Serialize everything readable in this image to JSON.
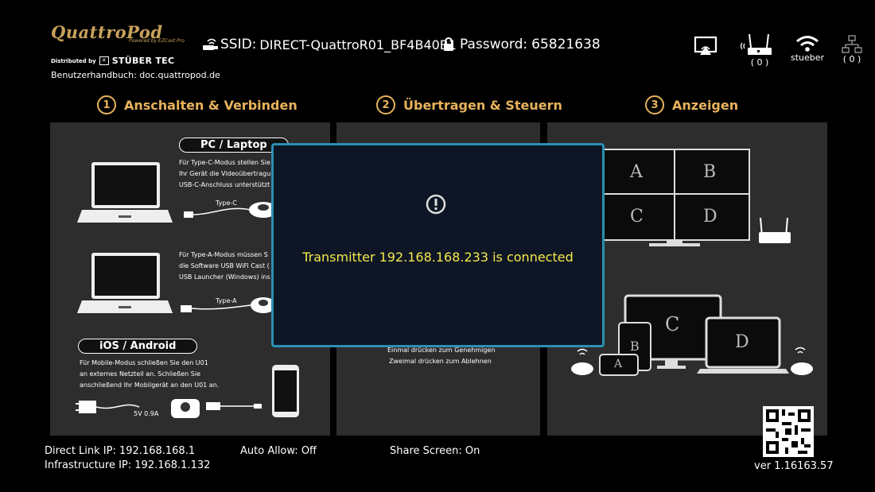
{
  "header": {
    "logo": "QuattroPod",
    "powered_by": "Powered by EZCast Pro",
    "distributed_by": "Distributed by",
    "distributor": "STÜBER TEC",
    "manual": "Benutzerhandbuch: doc.quattropod.de",
    "ssid_label": "SSID:",
    "ssid_value": "DIRECT-QuattroR01_BF4B40B1",
    "password_label": "Password:",
    "password_value": "65821638"
  },
  "status": {
    "router_count": "( 0 )",
    "wifi_name": "stueber",
    "lan_count": "( 0 )"
  },
  "steps": [
    {
      "num": "1",
      "label": "Anschalten & Verbinden"
    },
    {
      "num": "2",
      "label": "Übertragen & Steuern"
    },
    {
      "num": "3",
      "label": "Anzeigen"
    }
  ],
  "panel1": {
    "pc_title": "PC / Laptop",
    "typec_text": [
      "Für Type-C-Modus stellen Sie",
      "Ihr Gerät die Videoübertragu",
      "USB-C-Anschluss unterstützt"
    ],
    "typec_label": "Type-C",
    "typea_text": [
      "Für Type-A-Modus müssen S",
      "die Software USB WiFi Cast (",
      "USB Launcher (Windows) ins"
    ],
    "typea_label": "Type-A",
    "mobile_title": "iOS / Android",
    "mobile_text": [
      "Für Mobile-Modus schließen Sie den U01",
      "an externes Netzteil an. Schließen Sie",
      "anschließend Ihr Mobilgerät an den U01 an."
    ],
    "power_label": "5V 0.9A"
  },
  "panel2": {
    "line1": "Einmal drücken zum Genehmigen",
    "line2": "Zweimal drücken zum Ablehnen"
  },
  "panel3": {
    "quad": [
      "A",
      "B",
      "C",
      "D"
    ],
    "devices": [
      "C",
      "B",
      "A",
      "D"
    ]
  },
  "dialog": {
    "icon": "alert-icon",
    "message": "Transmitter 192.168.168.233 is connected"
  },
  "footer": {
    "direct_link": "Direct Link IP: 192.168.168.1",
    "infrastructure": "Infrastructure IP: 192.168.1.132",
    "auto_allow": "Auto Allow: Off",
    "share_screen": "Share Screen: On",
    "version": "ver 1.16163.57"
  },
  "colors": {
    "accent": "#e8b35c",
    "dialog_border": "#2b8fb3",
    "dialog_bg": "#0e1626",
    "message": "#f5e94b",
    "panel_bg": "#2d2d2d"
  }
}
